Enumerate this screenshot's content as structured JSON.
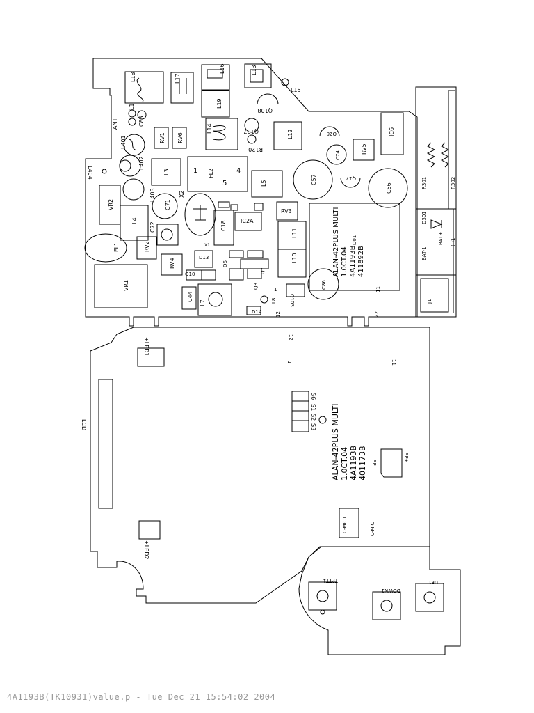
{
  "upper_board": {
    "labels": {
      "ant": "ANT",
      "l401": "L401",
      "l402": "L402",
      "l403": "L403",
      "l404": "L404",
      "l1": "L1",
      "c83": "C83",
      "l18": "L18",
      "l17": "L17",
      "l16": "L16",
      "l13": "L13",
      "l15": "L15",
      "l19": "L19",
      "l14": "L14",
      "l12": "L12",
      "q108": "Q108",
      "q107": "Q107",
      "r120": "R120",
      "rv1": "RV1",
      "rv6": "RV6",
      "l3": "L3",
      "fl2": "FL2",
      "fl2_p1": "1",
      "fl2_p4": "4",
      "fl2_p5": "5",
      "l5": "L5",
      "vr2": "VR2",
      "l4": "L4",
      "c71": "C71",
      "x2": "X2",
      "x1": "X1",
      "c72": "C72",
      "fl1": "FL1",
      "rv2": "RV2",
      "rv4": "RV4",
      "c18": "C18",
      "ic2a": "IC2A",
      "rv3": "RV3",
      "l11": "L11",
      "l10": "L10",
      "d13": "D13",
      "q6": "Q6",
      "q7": "Q7",
      "q8": "Q8",
      "q10": "Q10",
      "l7": "L7",
      "c44": "C44",
      "l8": "L8",
      "d14": "D14",
      "q103": "Q103",
      "vr1": "VR1",
      "c57": "C57",
      "c74": "C74",
      "q28": "Q28",
      "q17": "Q17",
      "rv5": "RV5",
      "ic6": "IC6",
      "c56": "C56",
      "r301": "R301",
      "r302": "R302",
      "d301": "D301",
      "bat_plus1": "BAT+1",
      "minus1": "(-)1",
      "bat_minus1": "BAT-1",
      "j1": "J1",
      "c86": "C86",
      "pin_1": "1",
      "pin_11": "11",
      "pin_12": "12",
      "pin_22": "22",
      "model_lines": [
        "ALAN-42PLUS MULTI",
        "1.0CT.04",
        "4A1193B",
        "411892B"
      ],
      "d01": "D01"
    }
  },
  "lower_board": {
    "labels": {
      "led1": "+LED1",
      "led2": "+LED2",
      "lcd": "LCD",
      "pin_12": "12",
      "pin_1": "1",
      "pin_11": "11",
      "s6": "S6",
      "s1": "S1",
      "s2": "S2",
      "s3": "S3",
      "model_lines": [
        "ALAN-42PLUS MULTI",
        "1.0CT.04",
        "4A1193B",
        "401173B"
      ],
      "sp": "SP",
      "sp_plus": "SP+",
      "c_mic1": "C-MIC1",
      "c_mic": "C-MIC"
    }
  },
  "keypad": {
    "labels": {
      "tptt1": "TPTT1",
      "down1": "DOWN1",
      "up1": "UP1"
    }
  },
  "footer": {
    "text": "4A1193B(TK10931)value.p - Tue Dec 21 15:54:02 2004"
  }
}
